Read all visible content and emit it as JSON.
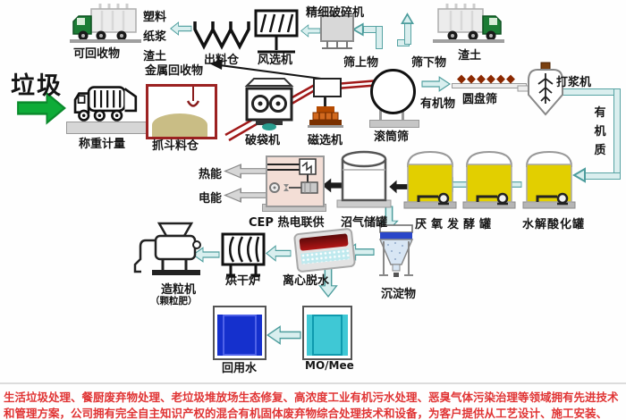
{
  "labels": {
    "input": "垃圾",
    "weighing": "称重计量",
    "grab_bucket_silo": "抓斗料仓",
    "recyclables": "可回收物",
    "plastic": "塑料",
    "paper_pulp": "纸浆",
    "residue_left": "渣土",
    "metal_recyclables": "金属回收物",
    "discharge_bin": "出料仓",
    "air_separator": "风选机",
    "fine_crusher": "精细破碎机",
    "screen_overflow": "筛上物",
    "screen_underflow": "筛下物",
    "residue_right": "渣土",
    "bag_breaker": "破袋机",
    "magnetic_separator": "磁选机",
    "drum_screen": "滚筒筛",
    "organics": "有机物",
    "disc_screen": "圆盘筛",
    "pulper": "打浆机",
    "organic_matter_vertical": "有机质",
    "heat_energy": "热能",
    "electric_energy": "电能",
    "chp_unit": "CEP 热电联供",
    "biogas_tank": "沼气储罐",
    "anaerobic_digester": "厌氧发酵罐",
    "hydrolysis_tank": "水解酸化罐",
    "granulator": "造粒机",
    "granular_fertilizer": "（颗粒肥）",
    "drying_furnace": "烘干炉",
    "centrifugal_dewatering": "离心脱水",
    "sediment": "沉淀物",
    "reuse_water": "回用水",
    "membrane_unit": "MO/Mee"
  },
  "icons": {
    "disc_screen_glyphs": "◆◆◆◆◆◆"
  },
  "footer": {
    "line1": "生活垃圾处理、餐厨废弃物处理、老垃圾堆放场生态修复、高浓度工业有机污水处理、恶臭气体污染治理等领域拥有先进技术",
    "line2": "和管理方案，公司拥有完全自主知识产权的混合有机固体废弃物综合处理技术和设备，为客户提供从工艺设计、施工安装、"
  },
  "colors": {
    "flow_arrow_fill": "#d9efef",
    "flow_arrow_stroke": "#4d9d9d",
    "input_arrow_green": "#0eac38",
    "tank_yellow": "#e2cf00",
    "chp_pink": "#f3ded6",
    "conveyor_red": "#a01818",
    "silo_border_red": "#9c2222",
    "reuse_water_blue": "#1530cd",
    "membrane_cyan": "#3fc8d5",
    "footer_red": "#e03434"
  }
}
